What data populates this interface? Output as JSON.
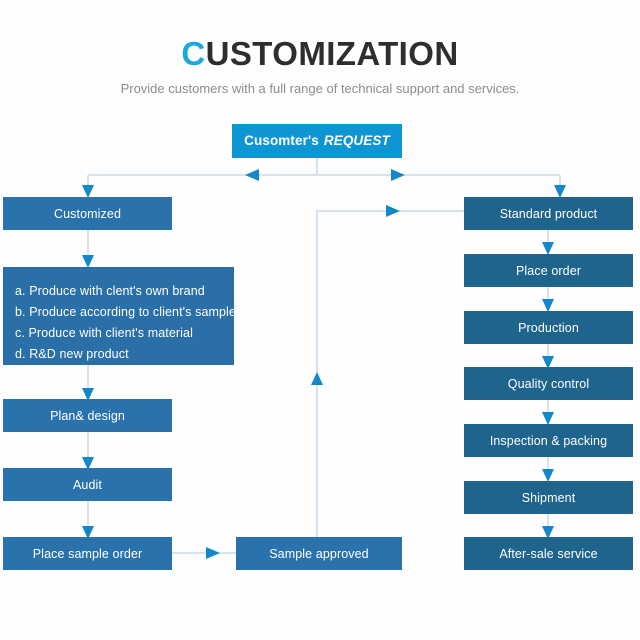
{
  "header": {
    "title_lead": "C",
    "title_rest": "USTOMIZATION",
    "subtitle": "Provide customers with a full range of technical support and services."
  },
  "colors": {
    "accent_cyan": "#1ba7e0",
    "start_box": "#0e96d4",
    "left_box": "#2a72ac",
    "list_box": "#2a6fa8",
    "right_box": "#1f648c",
    "connector": "#c9dcea",
    "arrowhead": "#1287c9",
    "title_dark": "#2e2e2e",
    "subtitle_gray": "#8c8c8c",
    "background": "#fefefe"
  },
  "flow": {
    "start": {
      "label_bold": "Cusomter's",
      "label_italic": "REQUEST"
    },
    "branch_left": {
      "label": "Customized",
      "options_title": "",
      "options": [
        "a. Produce with clent's own brand",
        "b. Produce according to client's sample",
        "c. Produce with client's material",
        "d. R&D new product"
      ],
      "steps": [
        "Plan& design",
        "Audit",
        "Place sample order"
      ]
    },
    "middle": {
      "label": "Sample approved"
    },
    "branch_right": {
      "label": "Standard product",
      "steps": [
        "Place order",
        "Production",
        "Quality control",
        "Inspection & packing",
        "Shipment",
        "After-sale service"
      ]
    }
  }
}
